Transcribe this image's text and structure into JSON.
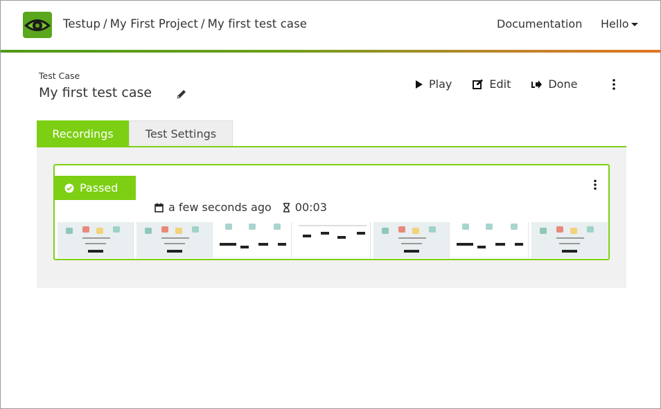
{
  "header": {
    "breadcrumb": [
      "Testup",
      "My First Project",
      "My first test case"
    ],
    "breadcrumb_separator": "/",
    "documentation_label": "Documentation",
    "user_label": "Hello"
  },
  "test_case": {
    "section_label": "Test Case",
    "title": "My first test case"
  },
  "actions": {
    "play_label": "Play",
    "edit_label": "Edit",
    "done_label": "Done"
  },
  "tabs": [
    {
      "label": "Recordings",
      "active": true
    },
    {
      "label": "Test Settings",
      "active": false
    }
  ],
  "recording": {
    "status": "Passed",
    "time_ago": "a few seconds ago",
    "duration": "00:03"
  },
  "colors": {
    "accent": "#7ccf12",
    "text": "#333333",
    "panel": "#f1f1f1"
  },
  "icons": {
    "logo": "eye-logo-icon",
    "title_edit": "pencil-icon",
    "play": "play-icon",
    "edit": "edit-icon",
    "done": "done-icon",
    "more": "kebab-icon",
    "status": "check-circle-icon",
    "date": "calendar-icon",
    "duration": "hourglass-icon"
  }
}
